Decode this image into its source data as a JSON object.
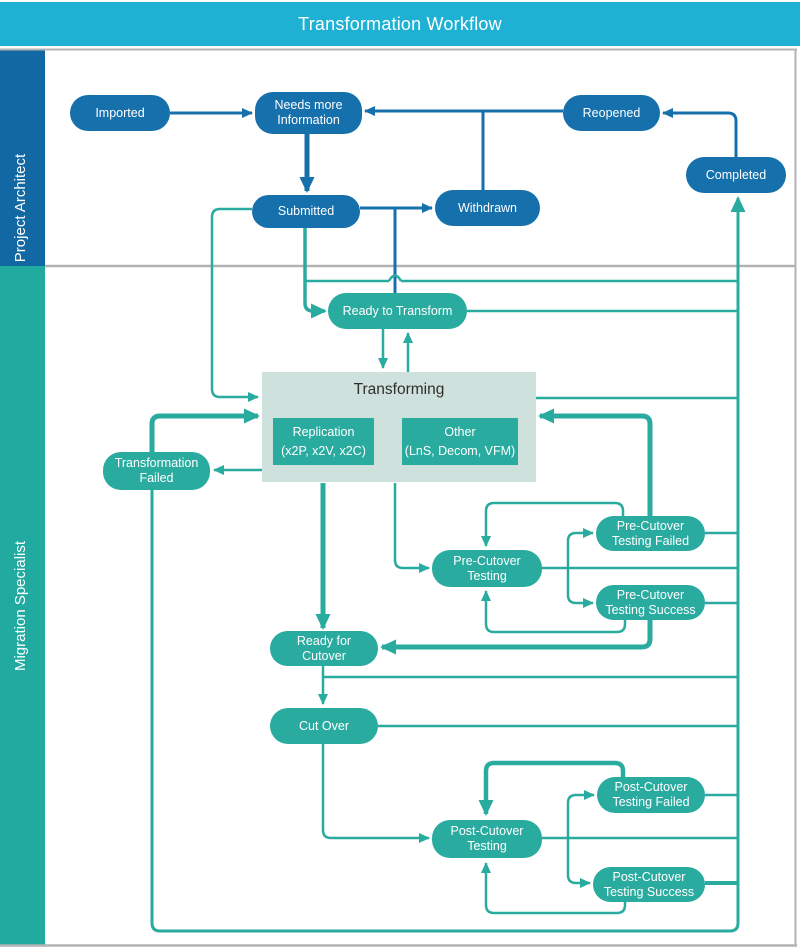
{
  "header": {
    "title": "Transformation Workflow"
  },
  "lanes": [
    {
      "label": "Project Architect",
      "color": "#1268a2"
    },
    {
      "label": "Migration Specialist",
      "color": "#21aba0"
    }
  ],
  "colors": {
    "header_bg": "#1fb1d4",
    "architect_node": "#1570ab",
    "specialist_node": "#2aab9f",
    "transforming_container": "#cfe1dc",
    "divider_gray": "#b1b3b4",
    "text_on_node": "#ffffff"
  },
  "nodes": {
    "imported": {
      "label": "Imported"
    },
    "needs_more_information": {
      "label": "Needs more Information"
    },
    "reopened": {
      "label": "Reopened"
    },
    "completed": {
      "label": "Completed"
    },
    "submitted": {
      "label": "Submitted"
    },
    "withdrawn": {
      "label": "Withdrawn"
    },
    "ready_to_transform": {
      "label": "Ready to Transform"
    },
    "transformation_failed": {
      "label": "Transformation Failed"
    },
    "pre_cutover_testing": {
      "label": "Pre-Cutover Testing"
    },
    "pre_cutover_testing_failed": {
      "label": "Pre-Cutover Testing Failed"
    },
    "pre_cutover_testing_success": {
      "label": "Pre-Cutover Testing Success"
    },
    "ready_for_cutover": {
      "label": "Ready for Cutover"
    },
    "cut_over": {
      "label": "Cut Over"
    },
    "post_cutover_testing": {
      "label": "Post-Cutover Testing"
    },
    "post_cutover_testing_failed": {
      "label": "Post-Cutover Testing Failed"
    },
    "post_cutover_testing_success": {
      "label": "Post-Cutover Testing Success"
    }
  },
  "transforming": {
    "title": "Transforming",
    "methods": [
      {
        "title": "Replication",
        "subtitle": "(x2P, x2V, x2C)"
      },
      {
        "title": "Other",
        "subtitle": "(LnS, Decom, VFM)"
      }
    ]
  },
  "edges": [
    {
      "from": "Imported",
      "to": "Needs more Information"
    },
    {
      "from": "Needs more Information",
      "to": "Submitted"
    },
    {
      "from": "Reopened",
      "to": "Needs more Information"
    },
    {
      "from": "Reopened",
      "to": "Withdrawn"
    },
    {
      "from": "Submitted",
      "to": "Withdrawn"
    },
    {
      "from": "Completed",
      "to": "Reopened"
    },
    {
      "from": "Submitted",
      "to": "Ready to Transform"
    },
    {
      "from": "Submitted",
      "to": "Transforming"
    },
    {
      "from": "Ready to Transform",
      "to": "Transforming"
    },
    {
      "from": "Transforming",
      "to": "Ready to Transform"
    },
    {
      "from": "Transforming",
      "to": "Transformation Failed"
    },
    {
      "from": "Transformation Failed",
      "to": "Transforming"
    },
    {
      "from": "Transforming",
      "to": "Pre-Cutover Testing"
    },
    {
      "from": "Transforming",
      "to": "Ready for Cutover"
    },
    {
      "from": "Pre-Cutover Testing",
      "to": "Pre-Cutover Testing Failed"
    },
    {
      "from": "Pre-Cutover Testing",
      "to": "Pre-Cutover Testing Success"
    },
    {
      "from": "Pre-Cutover Testing Failed",
      "to": "Pre-Cutover Testing"
    },
    {
      "from": "Pre-Cutover Testing Failed",
      "to": "Transforming"
    },
    {
      "from": "Pre-Cutover Testing Success",
      "to": "Pre-Cutover Testing"
    },
    {
      "from": "Pre-Cutover Testing Success",
      "to": "Ready for Cutover"
    },
    {
      "from": "Ready for Cutover",
      "to": "Cut Over"
    },
    {
      "from": "Cut Over",
      "to": "Post-Cutover Testing"
    },
    {
      "from": "Post-Cutover Testing",
      "to": "Post-Cutover Testing Failed"
    },
    {
      "from": "Post-Cutover Testing",
      "to": "Post-Cutover Testing Success"
    },
    {
      "from": "Post-Cutover Testing Failed",
      "to": "Post-Cutover Testing"
    },
    {
      "from": "Post-Cutover Testing Success",
      "to": "Post-Cutover Testing"
    },
    {
      "from": "Post-Cutover Testing Success",
      "to": "Completed"
    },
    {
      "from": "Transformation Failed",
      "to": "Completed"
    }
  ]
}
